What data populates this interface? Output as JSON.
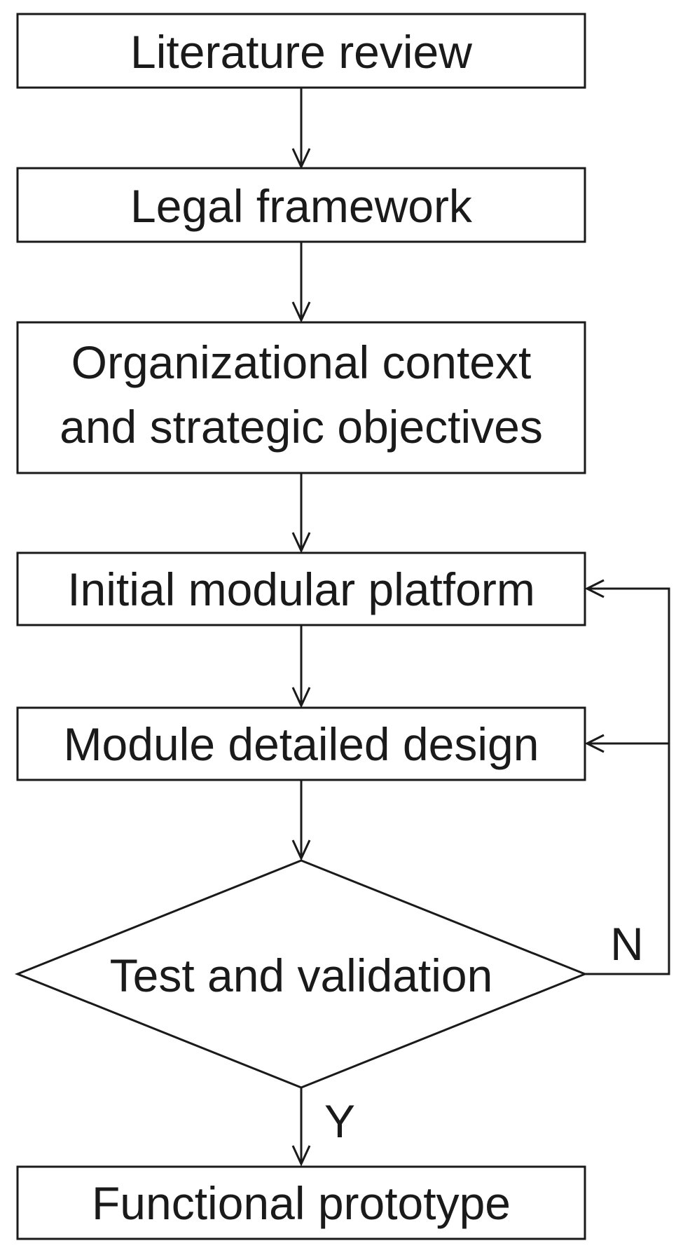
{
  "flowchart": {
    "steps": {
      "literature_review": "Literature review",
      "legal_framework": "Legal framework",
      "organizational_context": {
        "line1": "Organizational context",
        "line2": "and strategic objectives"
      },
      "initial_platform": "Initial modular platform",
      "module_design": "Module detailed design",
      "test_validation": "Test and validation",
      "functional_prototype": "Functional prototype"
    },
    "decision_labels": {
      "no": "N",
      "yes": "Y"
    }
  }
}
